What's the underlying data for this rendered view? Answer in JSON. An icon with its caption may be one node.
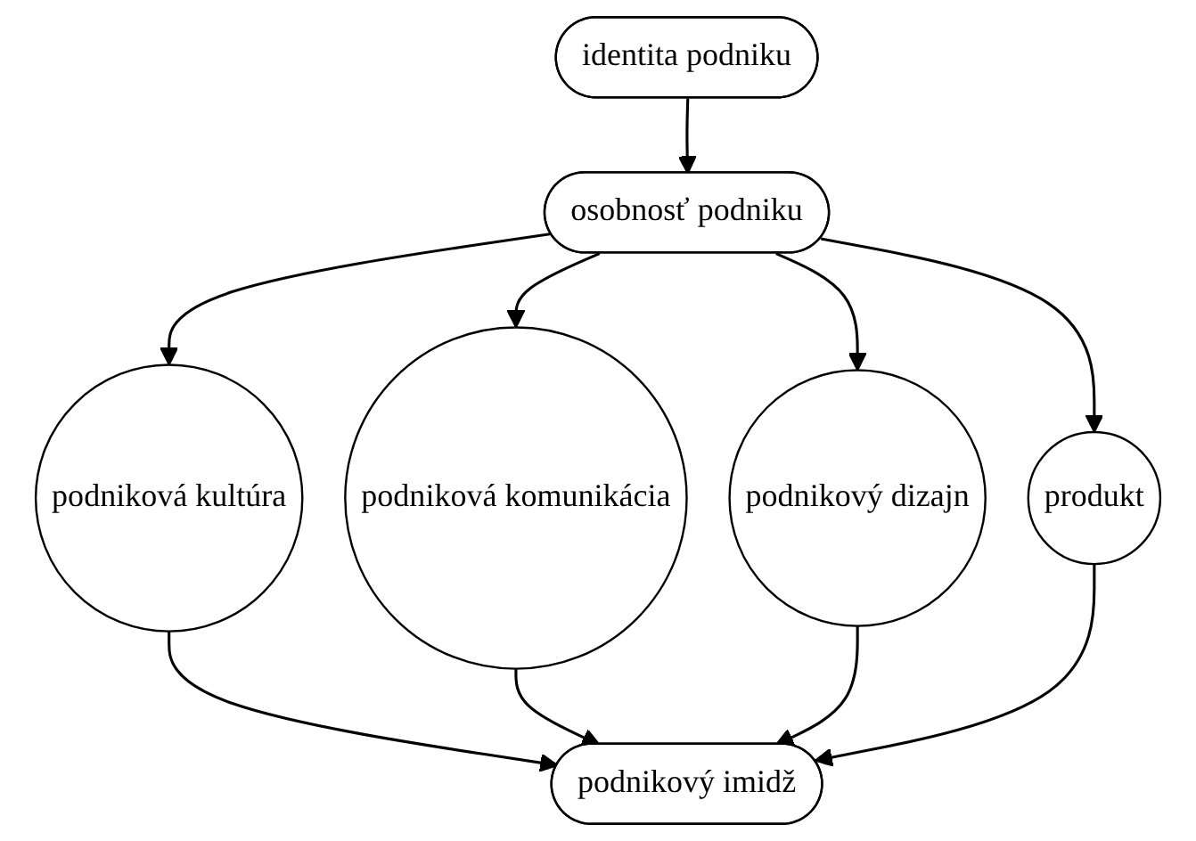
{
  "diagram": {
    "nodes": [
      {
        "text": [
          "identita podniku"
        ]
      },
      {
        "text": [
          "osobnosť podniku"
        ]
      },
      {
        "text": [
          "podniková kultúra"
        ]
      },
      {
        "text": [
          "podniková komunikácia"
        ]
      },
      {
        "text": [
          "podnikový dizajn"
        ]
      },
      {
        "text": [
          "produkt"
        ]
      },
      {
        "text": [
          "podnikový imidž"
        ]
      }
    ],
    "edges": [
      {
        "from": 0,
        "to": 1,
        "arrow": "to"
      },
      {
        "from": 1,
        "to": 2,
        "arrow": "to"
      },
      {
        "from": 1,
        "to": 3,
        "arrow": "to"
      },
      {
        "from": 1,
        "to": 4,
        "arrow": "to"
      },
      {
        "from": 1,
        "to": 5,
        "arrow": "to"
      },
      {
        "from": 2,
        "to": 6,
        "arrow": "to"
      },
      {
        "from": 3,
        "to": 6,
        "arrow": "to"
      },
      {
        "from": 4,
        "to": 6,
        "arrow": "to"
      },
      {
        "from": 5,
        "to": 6,
        "arrow": "to"
      }
    ]
  }
}
